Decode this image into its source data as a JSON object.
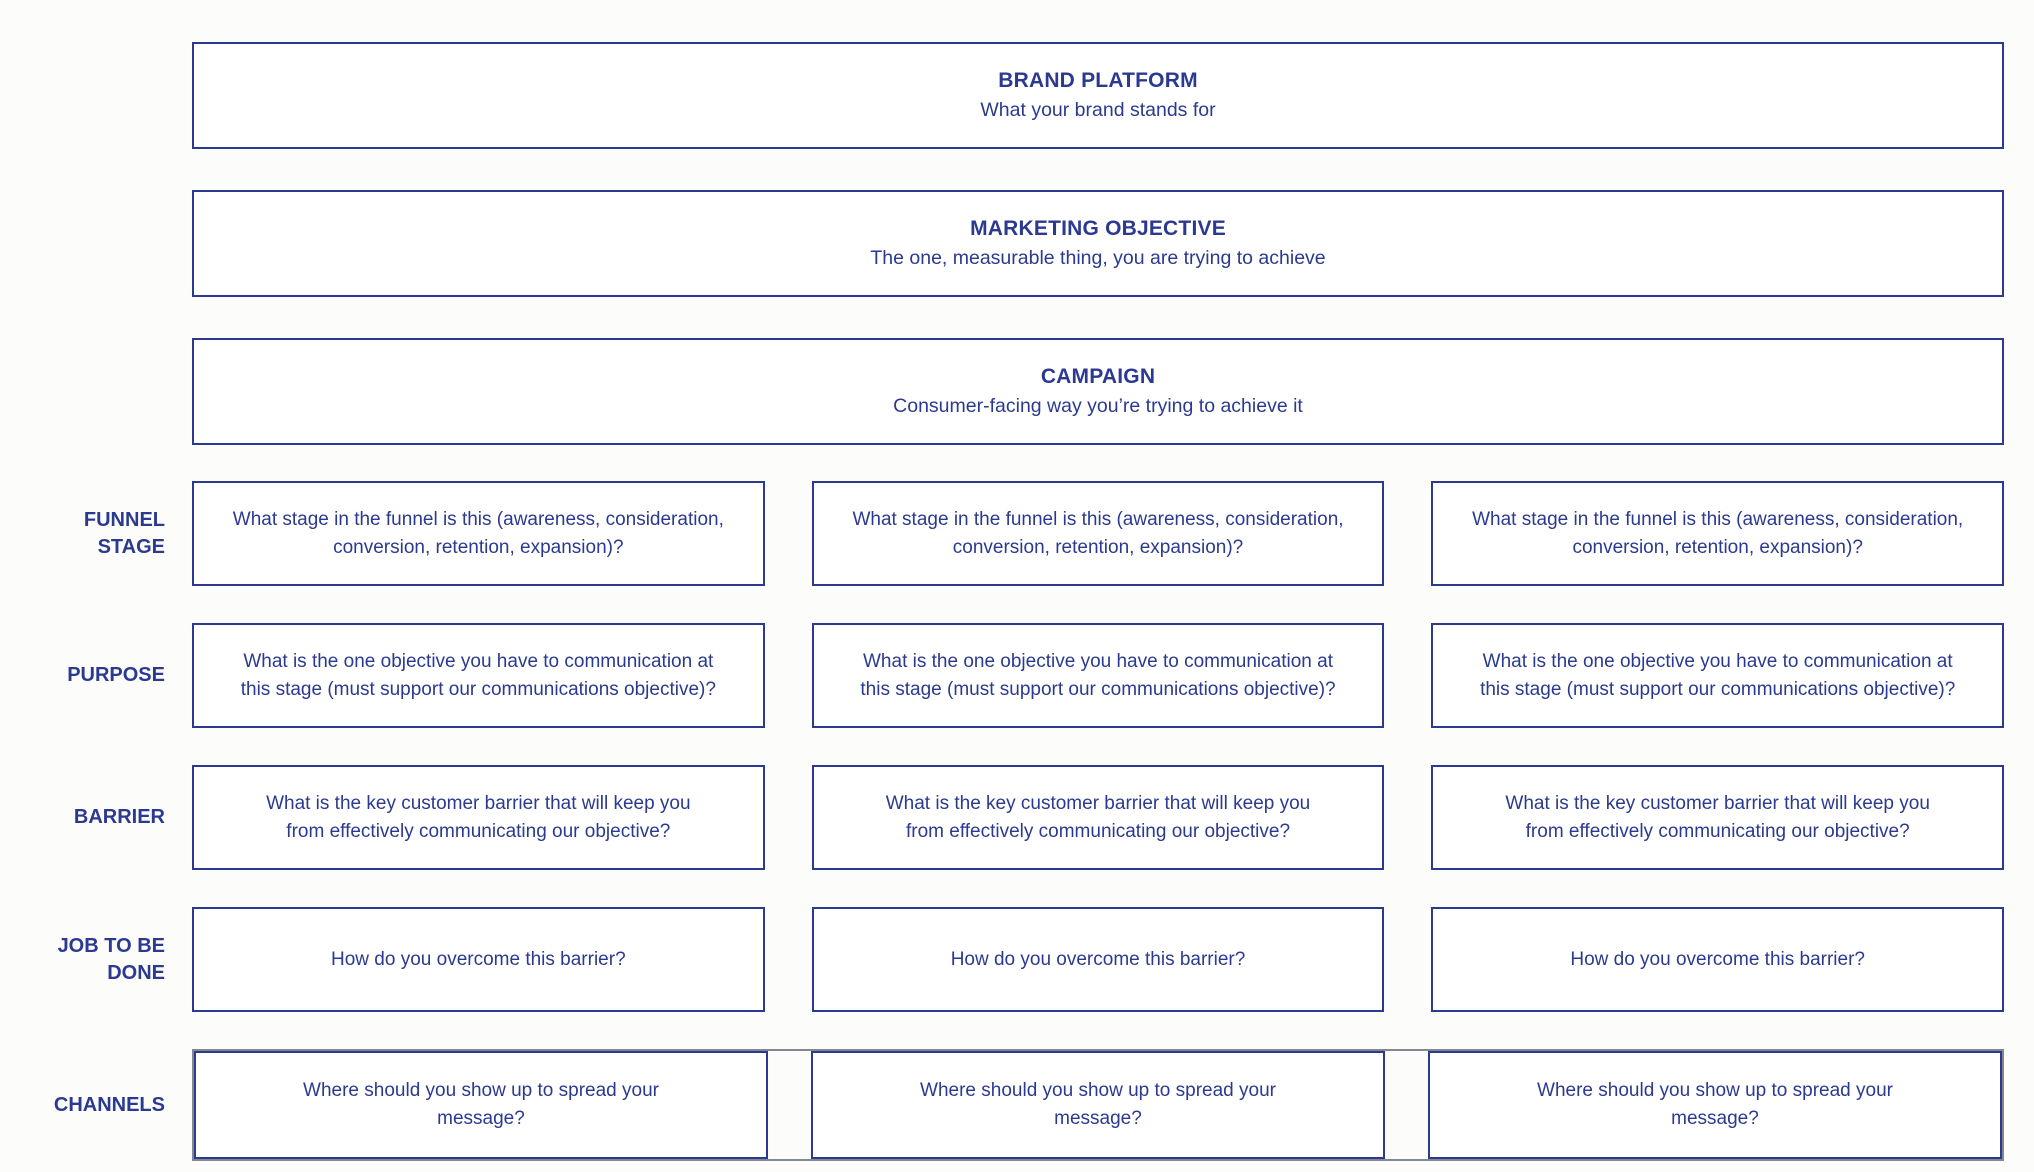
{
  "colors": {
    "accent_blue": "#2b3a90",
    "channels_frame_gray": "#838890",
    "background": "#fcfcfb"
  },
  "top_boxes": [
    {
      "title": "BRAND PLATFORM",
      "subtitle": "What your brand stands for"
    },
    {
      "title": "MARKETING OBJECTIVE",
      "subtitle": "The one, measurable thing, you are trying to achieve"
    },
    {
      "title": "CAMPAIGN",
      "subtitle": "Consumer-facing way you’re trying to achieve it"
    }
  ],
  "rows": [
    {
      "label": "FUNNEL STAGE",
      "cells": [
        "What stage in the funnel is this (awareness, consideration, conversion, retention, expansion)?",
        "What stage in the funnel is this (awareness, consideration, conversion, retention, expansion)?",
        "What stage in the funnel is this (awareness, consideration, conversion, retention, expansion)?"
      ]
    },
    {
      "label": "PURPOSE",
      "cells": [
        "What is the one objective you have to communication at this stage (must support our communications objective)?",
        "What is the one objective you have to communication at this stage (must support our communications objective)?",
        "What is the one objective you have to communication at this stage (must support our communications objective)?"
      ]
    },
    {
      "label": "BARRIER",
      "cells": [
        "What is the key customer barrier that will keep you from effectively communicating our objective?",
        "What is the key customer barrier that will keep you from effectively communicating our objective?",
        "What is the key customer barrier that will keep you from effectively communicating our objective?"
      ]
    },
    {
      "label": "JOB TO BE DONE",
      "cells": [
        "How do you overcome this barrier?",
        "How do you overcome this barrier?",
        "How do you overcome this barrier?"
      ]
    },
    {
      "label": "CHANNELS",
      "cells": [
        "Where should you show up to spread your message?",
        "Where should you show up to spread your message?",
        "Where should you show up to spread your message?"
      ]
    }
  ]
}
